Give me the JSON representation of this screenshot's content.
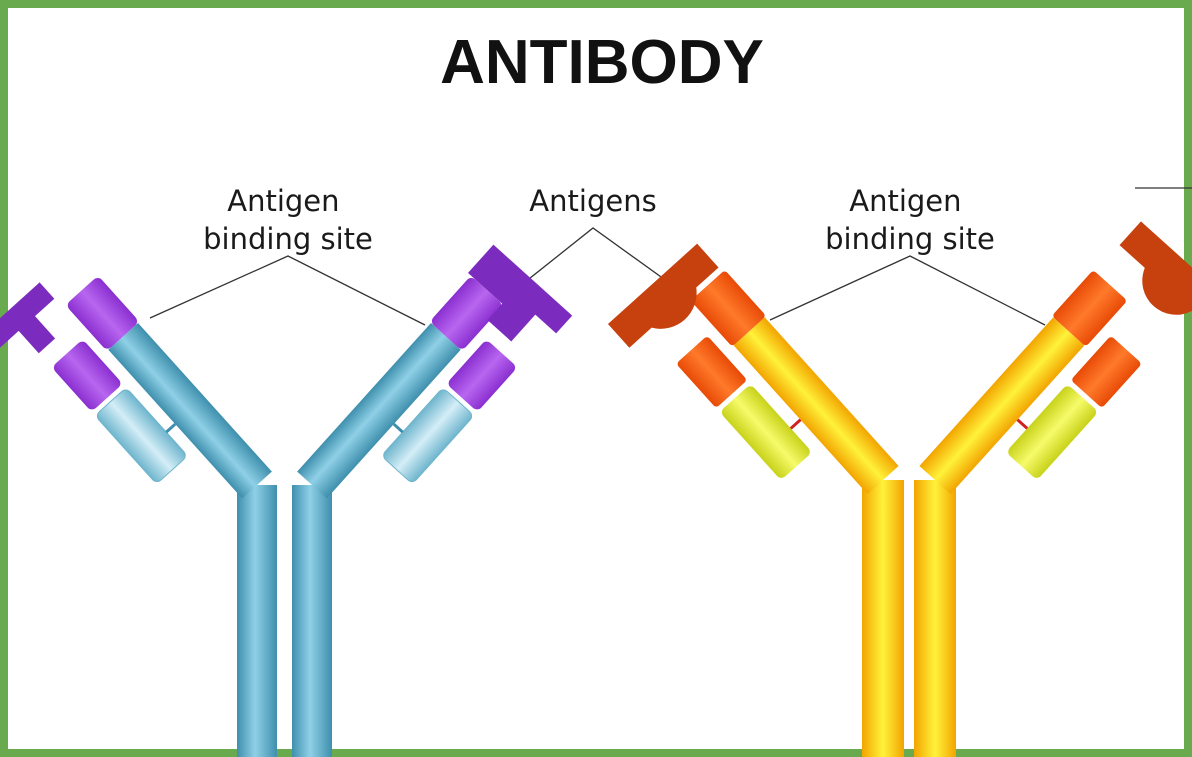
{
  "title": "ANTIBODY",
  "labels": {
    "left_binding_site": [
      "Antigen",
      "binding site"
    ],
    "antigens": "Antigens",
    "right_binding_site": [
      "Antigen",
      "binding site"
    ]
  },
  "colors": {
    "frame_border": "#6aaa4f",
    "background": "#ffffff",
    "blue_heavy_chain": "#5faec8",
    "blue_light_chain": "#a9d8e8",
    "purple_variable": "#a44de0",
    "purple_antigen": "#7b2cbf",
    "yellow_heavy_chain": "#ffd21a",
    "yellow_light_chain": "#e7ee2a",
    "orange_variable": "#ff5a12",
    "brown_antigen": "#c6410d",
    "disulfide_bond_red": "#d02020"
  }
}
